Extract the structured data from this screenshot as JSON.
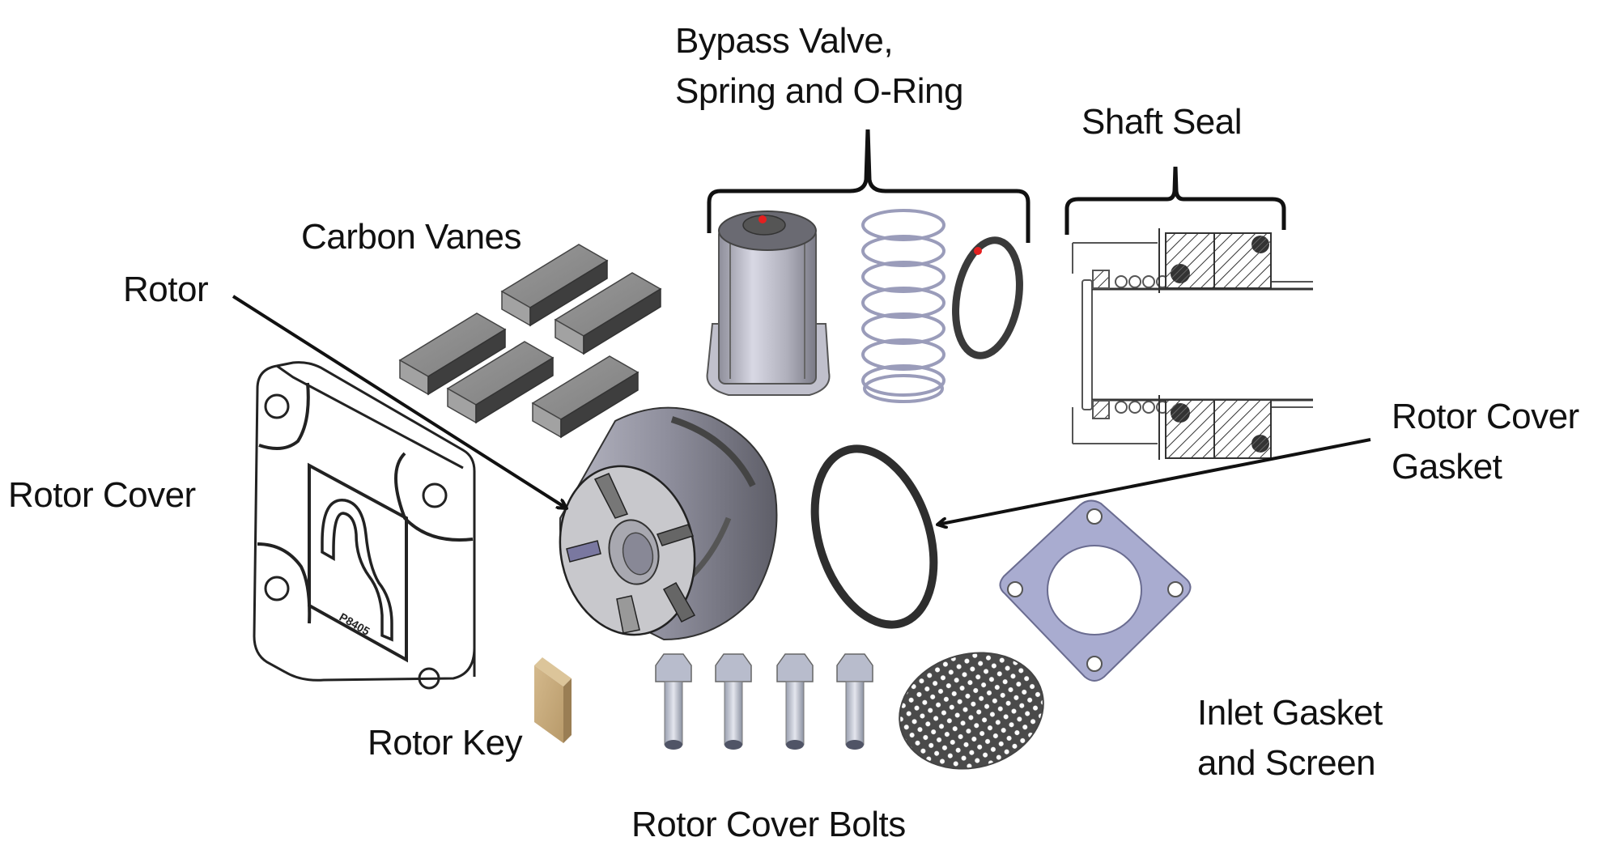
{
  "title": "Pump repair kit exploded view",
  "labels": {
    "bypass": {
      "line1": "Bypass Valve,",
      "line2": "Spring and O-Ring"
    },
    "shaft_seal": "Shaft Seal",
    "carbon_vanes": "Carbon Vanes",
    "rotor": "Rotor",
    "rotor_cover": "Rotor Cover",
    "rotor_cover_gasket": {
      "line1": "Rotor Cover",
      "line2": "Gasket"
    },
    "inlet": {
      "line1": "Inlet Gasket",
      "line2": "and Screen"
    },
    "rotor_key": "Rotor Key",
    "rotor_cover_bolts": "Rotor Cover Bolts"
  },
  "parts": {
    "carbon_vanes_count": 5,
    "bolts_count": 4,
    "rotor_slots": 5,
    "cover_marking": "P8405"
  },
  "colors": {
    "line": "#111111",
    "vane": "#8c8c8c",
    "rotor": "#9a9aa4",
    "gasket_blue": "#a9acd0",
    "key_tan": "#c8ab7e",
    "screen": "#555555",
    "oring": "#3a3a3a",
    "marker_red": "#e42020"
  }
}
